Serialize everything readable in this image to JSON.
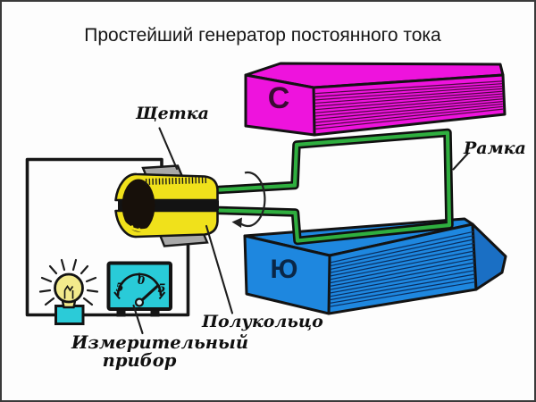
{
  "slide": {
    "title": "Простейший генератор постоянного тока",
    "background": "#fdfdfd",
    "border_color": "#3a3a3a"
  },
  "diagram": {
    "labels": {
      "brush": "Щетка",
      "frame": "Рамка",
      "half_ring": "Полукольцо",
      "meter_line1": "Измерительный",
      "meter_line2": "прибор"
    },
    "magnets": {
      "north_letter": "С",
      "south_letter": "Ю",
      "north_color": "#ee13dd",
      "south_color": "#1e87df",
      "south_end_color": "#1a6fc4"
    },
    "meter": {
      "scale_left": "5",
      "scale_zero": "0",
      "scale_right": "5",
      "body_color": "#29cbd8"
    },
    "wire": {
      "coil_color": "#2fae3f",
      "circuit_color": "#161616"
    },
    "commutator": {
      "color": "#f0e11b",
      "brush_color": "#a9a9a9"
    },
    "bulb": {
      "glass_color": "#f2ea8c",
      "base_color": "#2bcbd8"
    },
    "icons": {
      "rotation_arrow": "elliptical-arc-with-arrowhead",
      "light_bulb": "bulb-with-rays"
    }
  }
}
